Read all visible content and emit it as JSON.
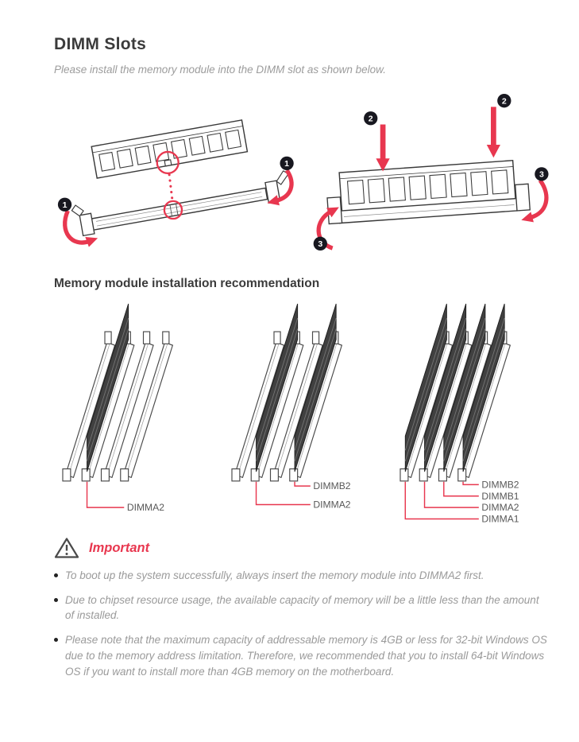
{
  "page": {
    "title": "DIMM Slots",
    "subtitle": "Please install the memory module into the DIMM slot as shown below.",
    "section_title": "Memory module installation recommendation",
    "important_label": "Important"
  },
  "steps": {
    "one": "1",
    "two": "2",
    "three": "3"
  },
  "slot_labels": {
    "config1": [
      "DIMMA2"
    ],
    "config2": [
      "DIMMB2",
      "DIMMA2"
    ],
    "config3": [
      "DIMMB2",
      "DIMMB1",
      "DIMMA2",
      "DIMMA1"
    ]
  },
  "notes": [
    "To boot up the system successfully, always insert the memory module into DIMMA2 first.",
    "Due to chipset resource usage, the available capacity of memory will be a little less than the amount of installed.",
    "Please note that the maximum capacity of addressable memory is 4GB or less for 32-bit Windows OS due to the memory address limitation. Therefore, we recommended that you to install 64-bit Windows OS if you want to install more than 4GB memory on the motherboard."
  ],
  "colors": {
    "accent": "#e8374f",
    "heading": "#3b3b3b",
    "body_text": "#9a9a9a",
    "badge": "#181820"
  }
}
